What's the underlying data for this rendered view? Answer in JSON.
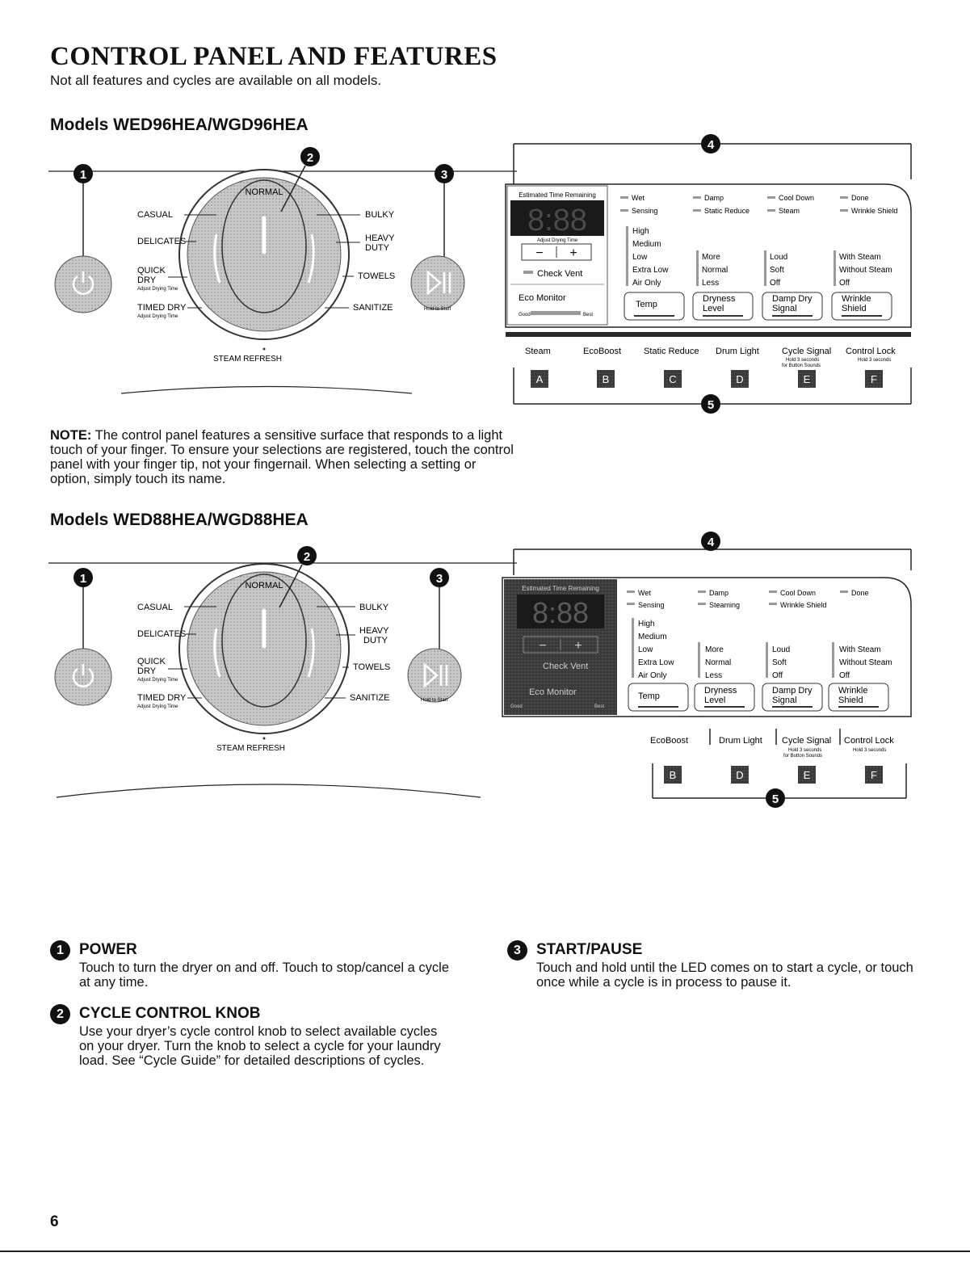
{
  "page": {
    "title": "CONTROL PANEL AND FEATURES",
    "subtitle": "Not all features and cycles are available on all models.",
    "page_number": "6"
  },
  "models_a": {
    "heading": "Models WED96HEA/WGD96HEA",
    "callouts": [
      "1",
      "2",
      "3",
      "4",
      "5"
    ],
    "knob": {
      "normal": "NORMAL",
      "left": [
        "CASUAL",
        "DELICATES",
        "QUICK",
        "DRY",
        "Adjust Drying Time",
        "TIMED DRY",
        "Adjust Drying Time"
      ],
      "right": [
        "BULKY",
        "HEAVY",
        "DUTY",
        "TOWELS",
        "SANITIZE"
      ],
      "steam_refresh": "STEAM REFRESH"
    },
    "start_hint": "Hold to Start",
    "display": {
      "estimated": "Estimated Time Remaining",
      "digits": "8:88",
      "adjust": "Adjust Drying Time",
      "minus": "−",
      "plus": "+",
      "check_vent": "Check Vent",
      "eco_monitor": "Eco Monitor",
      "good": "Good",
      "best": "Best"
    },
    "status_row1": [
      "Wet",
      "Damp",
      "Cool Down",
      "Done"
    ],
    "status_row2": [
      "Sensing",
      "Static Reduce",
      "Steam",
      "Wrinkle Shield"
    ],
    "temp_levels": [
      "High",
      "Medium",
      "Low",
      "Extra Low",
      "Air Only"
    ],
    "dry_levels": [
      "More",
      "Normal",
      "Less"
    ],
    "signal_levels": [
      "Loud",
      "Soft",
      "Off"
    ],
    "wrinkle_levels": [
      "With Steam",
      "Without Steam",
      "Off"
    ],
    "buttons": [
      "Temp",
      "Dryness",
      "Level",
      "Damp Dry",
      "Signal",
      "Wrinkle",
      "Shield"
    ],
    "options": [
      "Steam",
      "EcoBoost",
      "Static Reduce",
      "Drum Light",
      "Cycle Signal",
      "Control Lock"
    ],
    "option_notes": [
      "Hold 3 seconds",
      "for Button Sounds",
      "Hold 3 seconds"
    ],
    "keys": [
      "A",
      "B",
      "C",
      "D",
      "E",
      "F"
    ]
  },
  "models_b": {
    "heading": "Models WED88HEA/WGD88HEA",
    "callouts": [
      "1",
      "2",
      "3",
      "4",
      "5"
    ],
    "knob": {
      "normal": "NORMAL",
      "left": [
        "CASUAL",
        "DELICATES",
        "QUICK",
        "DRY",
        "Adjust Drying Time",
        "TIMED DRY",
        "Adjust Drying Time"
      ],
      "right": [
        "BULKY",
        "HEAVY",
        "DUTY",
        "TOWELS",
        "SANITIZE"
      ],
      "steam_refresh": "STEAM REFRESH"
    },
    "start_hint": "Hold to Start",
    "display": {
      "estimated": "Estimated Time Remaining",
      "digits": "8:88",
      "minus": "−",
      "plus": "+",
      "check_vent": "Check Vent",
      "eco_monitor": "Eco Monitor",
      "good": "Good",
      "best": "Best"
    },
    "status_row1": [
      "Wet",
      "Damp",
      "Cool Down",
      "Done"
    ],
    "status_row2": [
      "Sensing",
      "Steaming",
      "Wrinkle Shield"
    ],
    "temp_levels": [
      "High",
      "Medium",
      "Low",
      "Extra Low",
      "Air Only"
    ],
    "dry_levels": [
      "More",
      "Normal",
      "Less"
    ],
    "signal_levels": [
      "Loud",
      "Soft",
      "Off"
    ],
    "wrinkle_levels": [
      "With Steam",
      "Without Steam",
      "Off"
    ],
    "buttons": [
      "Temp",
      "Dryness",
      "Level",
      "Damp Dry",
      "Signal",
      "Wrinkle",
      "Shield"
    ],
    "options": [
      "EcoBoost",
      "Drum Light",
      "Cycle Signal",
      "Control Lock"
    ],
    "option_notes": [
      "Hold 3 seconds",
      "for Button Sounds",
      "Hold 3 seconds"
    ],
    "keys": [
      "B",
      "D",
      "E",
      "F"
    ]
  },
  "note": {
    "label": "NOTE:",
    "text": "The control panel features a sensitive surface that responds to a light touch of your finger. To ensure your selections are registered, touch the control panel with your finger tip, not your fingernail. When selecting a setting or option, simply touch its name."
  },
  "features": [
    {
      "num": "1",
      "title": "POWER",
      "body": "Touch to turn the dryer on and off. Touch to stop/cancel a cycle at any time."
    },
    {
      "num": "2",
      "title": "CYCLE CONTROL KNOB",
      "body": "Use your dryer’s cycle control knob to select available cycles on your dryer. Turn the knob to select a cycle for your laundry load. See “Cycle Guide” for detailed descriptions of cycles."
    },
    {
      "num": "3",
      "title": "START/PAUSE",
      "body": "Touch and hold until the LED comes on to start a cycle, or touch once while a cycle is in process to pause it."
    }
  ],
  "colors": {
    "panel": "#3a3a3a",
    "display_bg": "#1a1a1a",
    "led": "#6a6a6a",
    "ink": "#111111"
  }
}
